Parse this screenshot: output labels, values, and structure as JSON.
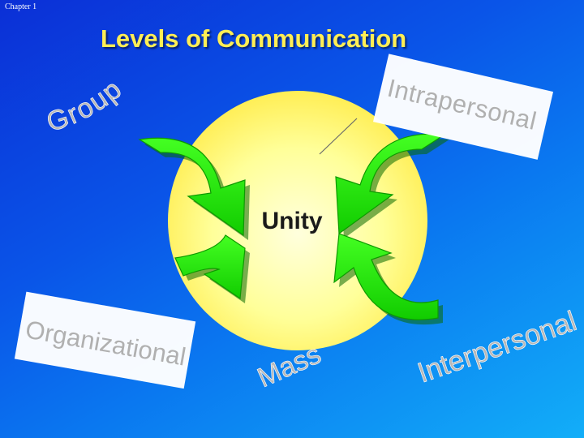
{
  "header": {
    "chapter": "Chapter 1"
  },
  "title": "Levels of Communication",
  "center_label": "Unity",
  "levels": {
    "group": "Group",
    "intrapersonal": "Intrapersonal",
    "organizational": "Organizational",
    "mass": "Mass",
    "interpersonal": "Interpersonal"
  },
  "colors": {
    "sun": "#ffff99",
    "arrow": "#22ee11",
    "label_text": "#b8b8b8",
    "title_text": "#ffee55"
  }
}
